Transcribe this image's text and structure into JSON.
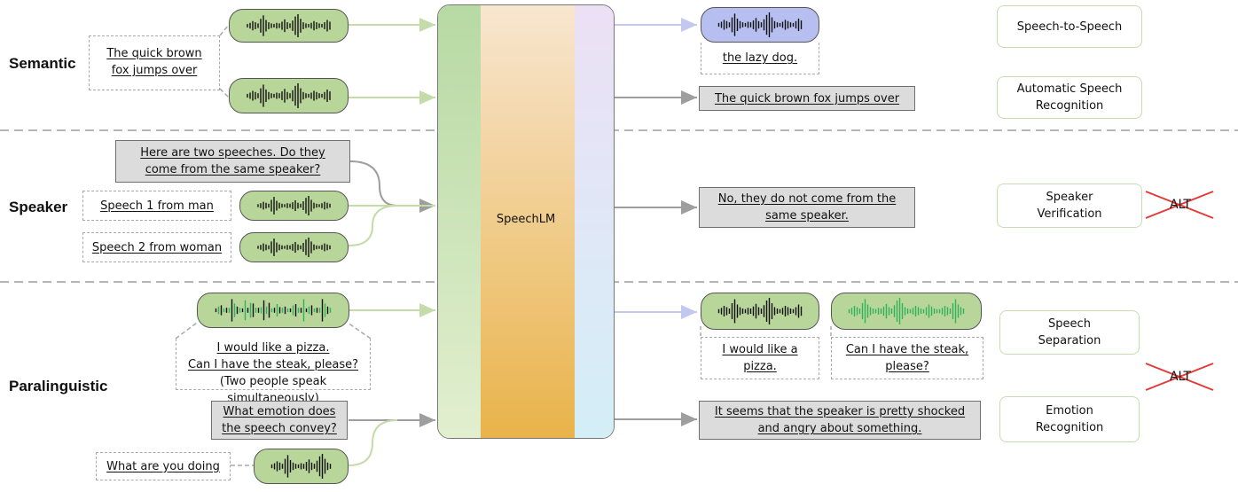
{
  "sections": {
    "semantic": "Semantic",
    "speaker": "Speaker",
    "paralinguistic": "Paralinguistic"
  },
  "model_label": "SpeechLM",
  "semantic": {
    "input_text_1": "The quick brown",
    "input_text_2": "fox jumps over",
    "output_audio_text": "the lazy dog.",
    "output_text": "The quick brown fox jumps over"
  },
  "speaker": {
    "question_1": "Here are two speeches. Do they",
    "question_2": "come from the same speaker?",
    "speech1": "Speech 1 from man",
    "speech2": "Speech 2 from woman",
    "answer_1": "No, they do not come from the",
    "answer_2": "same speaker."
  },
  "paralinguistic": {
    "mix_1": "I would like a pizza.",
    "mix_2": "Can I have the steak, please?",
    "mix_3": "(Two people speak simultaneously)",
    "sep1_1": "I would like a",
    "sep1_2": "pizza.",
    "sep2_1": "Can I have the steak,",
    "sep2_2": "please?",
    "question_1": "What emotion does",
    "question_2": "the speech convey?",
    "speech": "What are you doing",
    "answer_1": "It seems that the speaker is pretty shocked",
    "answer_2": "and angry about something."
  },
  "tasks": {
    "s2s": "Speech-to-Speech",
    "asr_1": "Automatic Speech",
    "asr_2": "Recognition",
    "sv_1": "Speaker",
    "sv_2": "Verification",
    "ss_1": "Speech",
    "ss_2": "Separation",
    "er_1": "Emotion",
    "er_2": "Recognition"
  },
  "marks": {
    "alt": "ALT"
  },
  "colors": {
    "semantic_arrow": "#c3dcaa",
    "output_audio_arrow": "#c3c8f0",
    "text_arrow": "#9e9e9e",
    "waveform_black": "#111111",
    "waveform_green": "#2fb35a",
    "cross": "#e53935"
  }
}
